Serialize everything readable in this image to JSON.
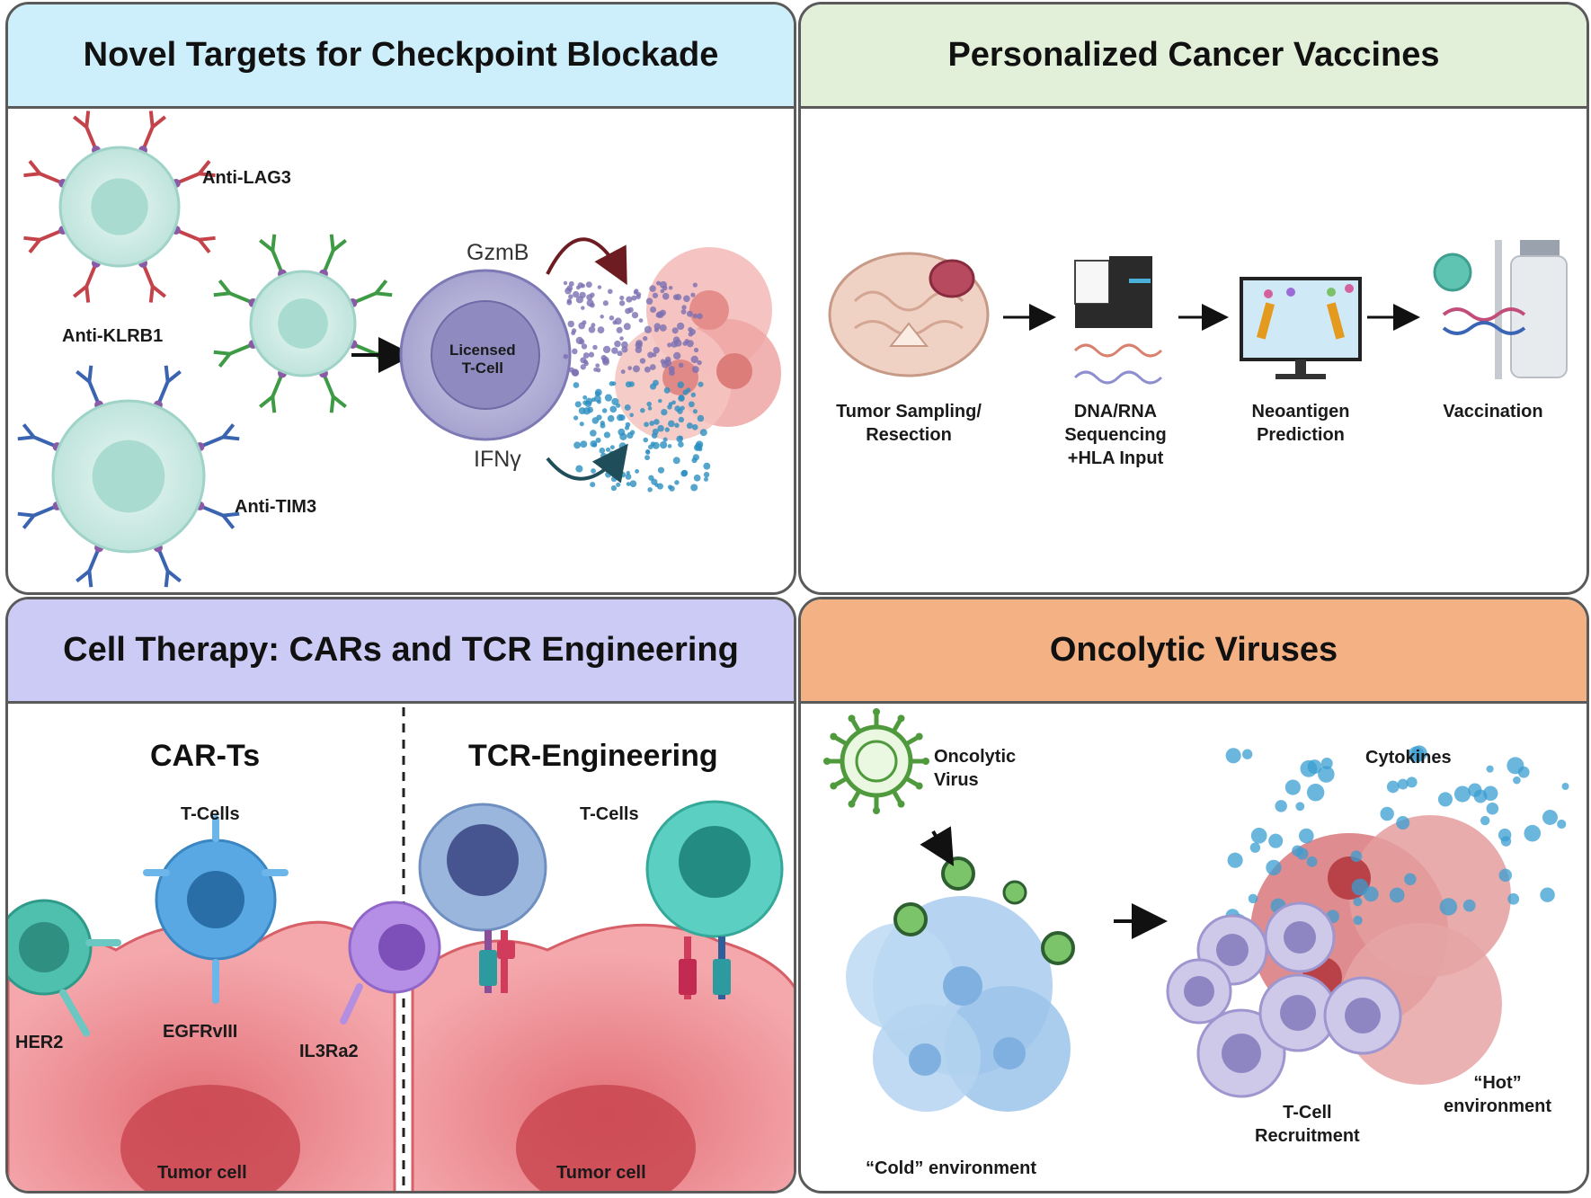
{
  "panels": {
    "checkpoint": {
      "title": "Novel Targets for Checkpoint Blockade",
      "header_color": "#cdeefb",
      "labels": {
        "lag3": "Anti-LAG3",
        "klrb1": "Anti-KLRB1",
        "tim3": "Anti-TIM3",
        "licensed": "Licensed\nT-Cell",
        "gzmb": "GzmB",
        "ifng": "IFNγ"
      }
    },
    "vaccines": {
      "title": "Personalized Cancer Vaccines",
      "header_color": "#e2f0d9",
      "steps": [
        "Tumor Sampling/\nResection",
        "DNA/RNA\nSequencing\n+HLA Input",
        "Neoantigen\nPrediction",
        "Vaccination"
      ]
    },
    "cell_therapy": {
      "title": "Cell Therapy: CARs and TCR Engineering",
      "header_color": "#cccbf5",
      "car": {
        "title": "CAR-Ts",
        "tcells": "T-Cells",
        "her2": "HER2",
        "egfr": "EGFRvIII",
        "il3": "IL3Ra2",
        "tumor": "Tumor cell"
      },
      "tcr": {
        "title": "TCR-Engineering",
        "tcells": "T-Cells",
        "tumor": "Tumor cell"
      }
    },
    "oncolytic": {
      "title": "Oncolytic Viruses",
      "header_color": "#f4b183",
      "labels": {
        "virus": "Oncolytic\nVirus",
        "cold": "“Cold” environment",
        "cytokines": "Cytokines",
        "recruitment": "T-Cell\nRecruitment",
        "hot": "“Hot”\nenvironment"
      }
    }
  }
}
